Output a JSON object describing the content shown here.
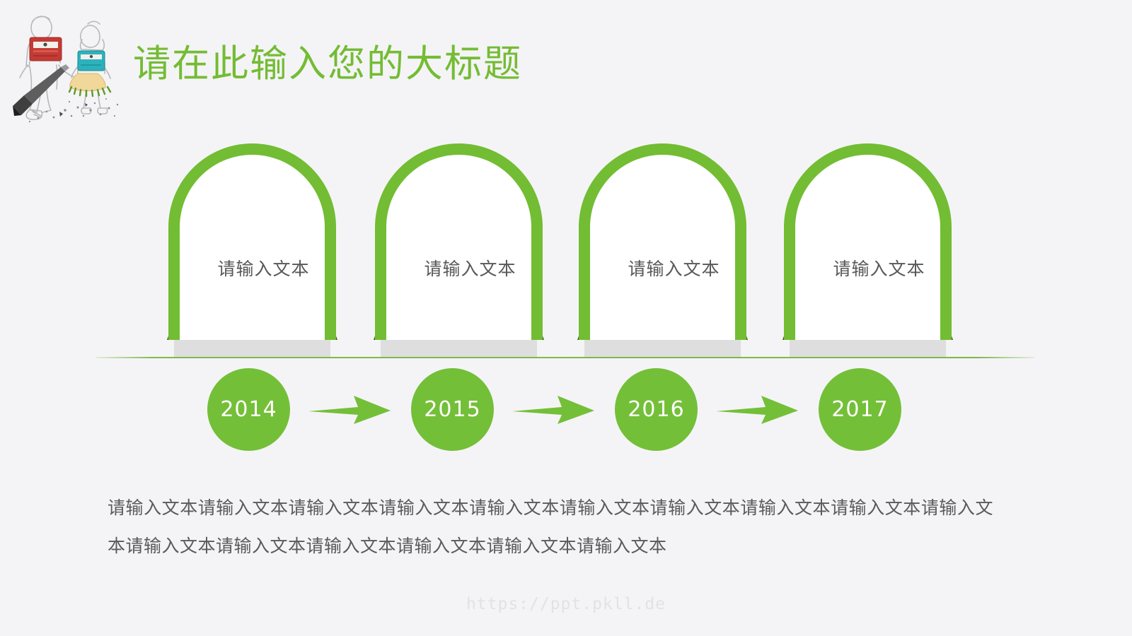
{
  "slide": {
    "background_color": "#f4f4f6",
    "accent_green": "#72bd33",
    "dark_green": "#3c6414",
    "circle_green": "#74bf38",
    "text_gray": "#5a5a5a"
  },
  "header": {
    "title": "请在此输入您的大标题",
    "illustration_name": "two-children-with-sharpener-backpacks-and-pencil"
  },
  "timeline": {
    "cards": [
      {
        "label": "请输入文本"
      },
      {
        "label": "请输入文本"
      },
      {
        "label": "请输入文本"
      },
      {
        "label": "请输入文本"
      }
    ],
    "years": [
      "2014",
      "2015",
      "2016",
      "2017"
    ],
    "arrows": [
      "arrow-2014-to-2015",
      "arrow-2015-to-2016",
      "arrow-2016-to-2017"
    ]
  },
  "body": {
    "paragraph": "请输入文本请输入文本请输入文本请输入文本请输入文本请输入文本请输入文本请输入文本请输入文本请输入文本请输入文本请输入文本请输入文本请输入文本请输入文本请输入文本"
  },
  "footer": {
    "watermark": "https://ppt.pkll.de"
  }
}
